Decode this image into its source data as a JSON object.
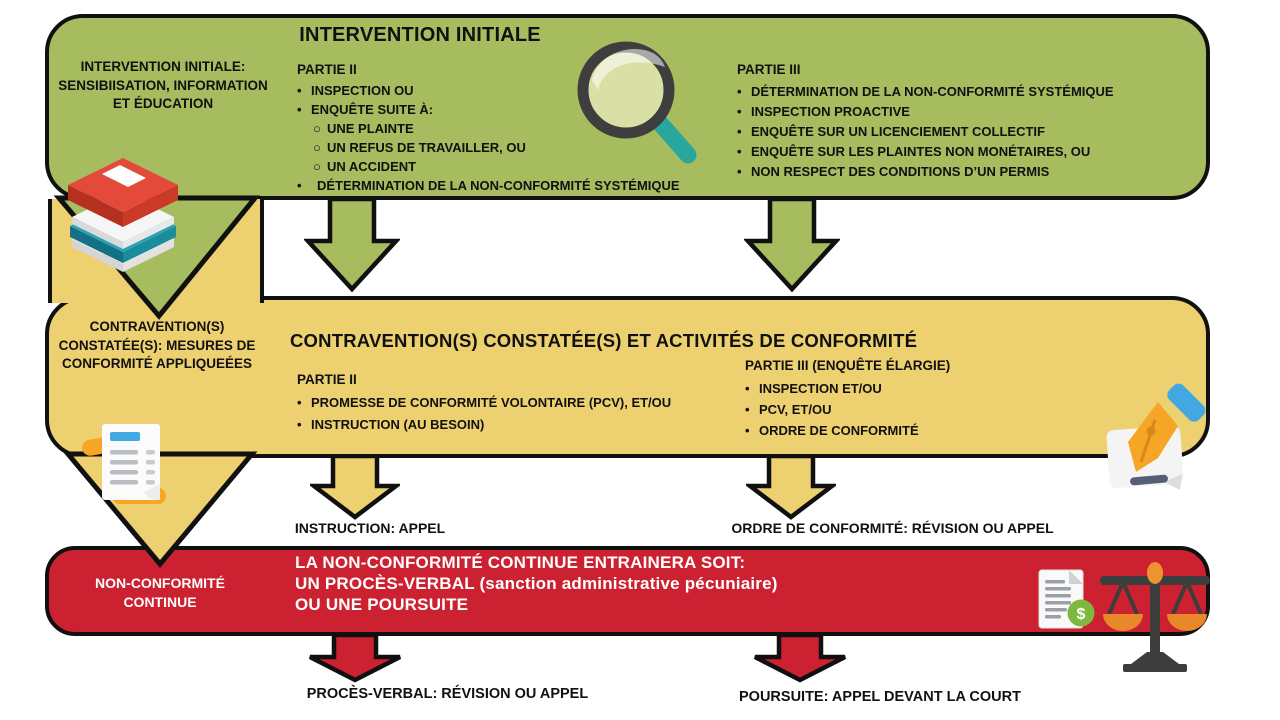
{
  "colors": {
    "green": "#a6bc5f",
    "yellow": "#edd06f",
    "red": "#cc2130",
    "outline": "#101010",
    "text_dark": "#111111",
    "text_light": "#ffffff"
  },
  "markers": {
    "bullet": "•",
    "sub_bullet": "○",
    "dollar": "$"
  },
  "top": {
    "title": "INTERVENTION INITIALE",
    "side_label": "INTERVENTION INITIALE: SENSIBIISATION, INFORMATION ET ÉDUCATION",
    "part2_heading": "PARTIE II",
    "part2_items": [
      "INSPECTION OU",
      "ENQUÊTE SUITE À:"
    ],
    "part2_subitems": [
      "UNE PLAINTE",
      "UN REFUS DE TRAVAILLER, OU",
      "UN ACCIDENT"
    ],
    "part2_last": "DÉTERMINATION DE LA NON-CONFORMITÉ SYSTÉMIQUE",
    "part3_heading": "PARTIE III",
    "part3_items": [
      "DÉTERMINATION DE LA NON-CONFORMITÉ SYSTÉMIQUE",
      "INSPECTION PROACTIVE",
      "ENQUÊTE SUR UN LICENCIEMENT COLLECTIF",
      "ENQUÊTE SUR LES PLAINTES NON MONÉTAIRES, OU",
      "NON RESPECT DES CONDITIONS D’UN PERMIS"
    ]
  },
  "middle": {
    "title": "CONTRAVENTION(S) CONSTATÉE(S) ET ACTIVITÉS DE CONFORMITÉ",
    "side_label": "CONTRAVENTION(S) CONSTATÉE(S): MESURES DE CONFORMITÉ APPLIQUEÉES",
    "part2_heading": "PARTIE II",
    "part2_items": [
      "PROMESSE DE CONFORMITÉ VOLONTAIRE (PCV), ET/OU",
      "INSTRUCTION (AU BESOIN)"
    ],
    "part3_heading": "PARTIE III (ENQUÊTE ÉLARGIE)",
    "part3_items": [
      "INSPECTION ET/OU",
      "PCV, ET/OU",
      "ORDRE DE CONFORMITÉ"
    ]
  },
  "bottom": {
    "side_label": "NON-CONFORMITÉ CONTINUE",
    "line1": "LA NON-CONFORMITÉ CONTINUE ENTRAINERA SOIT:",
    "line2": "UN PROCÈS-VERBAL (sanction administrative pécuniaire)",
    "line3": "OU UNE POURSUITE"
  },
  "labels": {
    "instruction_appel": "INSTRUCTION: APPEL",
    "ordre_conformite": "ORDRE DE CONFORMITÉ: RÉVISION OU APPEL",
    "proces_verbal": "PROCÈS-VERBAL: RÉVISION OU APPEL",
    "poursuite": "POURSUITE: APPEL DEVANT LA COURT"
  },
  "icons": {
    "books": "books-icon",
    "magnifier": "magnifier-icon",
    "receipt": "receipt-icon",
    "pen": "pen-icon",
    "invoice_dollar": "invoice-dollar-icon",
    "scales": "scales-of-justice-icon"
  }
}
